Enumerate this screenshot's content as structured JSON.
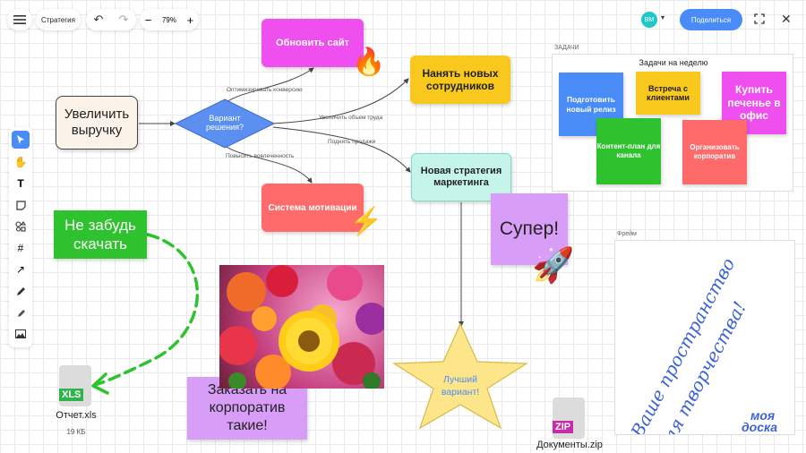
{
  "toolbar": {
    "board_name": "Стратегия",
    "zoom": "79%",
    "avatar_initials": "ВМ",
    "share_label": "Поделиться"
  },
  "flow": {
    "start": "Увеличить выручку",
    "decision": "Вариант решения?",
    "update_site": "Обновить сайт",
    "hire": "Нанять новых сотрудников",
    "new_strategy": "Новая стратегия маркетинга",
    "motivation": "Система мотивации",
    "best_option": "Лучший вариант!",
    "labels": {
      "optimize": "Оптимизировать конверсию",
      "increase": "Увеличить объем труда",
      "raise_sales": "Поднять продажи",
      "raise_engagement": "Повысить вовлеченность"
    }
  },
  "stickers": {
    "dont_forget": "Не забудь скачать",
    "super": "Супер!",
    "order_corporate": "Заказать на корпоратив такие!"
  },
  "tasks_frame": {
    "label": "ЗАДАЧИ",
    "title": "Задачи на неделю",
    "notes": [
      "Подготовить новый релиз",
      "Встреча с клиентами",
      "Купить печенье в офис",
      "Контент-план для канала",
      "Организовать корпоратив"
    ]
  },
  "frame2": {
    "label": "Фрейм",
    "handwriting": "Ваше пространство для творчества!"
  },
  "files": {
    "xls_badge": "XLS",
    "xls_name": "Отчет.xls",
    "xls_size": "19 КБ",
    "zip_badge": "ZIP",
    "zip_name": "Документы.zip"
  },
  "logo": {
    "line1": "моя",
    "line2": "доска"
  },
  "colors": {
    "accent_blue": "#4a8cf7",
    "sticker_green": "#2fc22f",
    "sticker_purple": "#d89ef7",
    "sticker_magenta": "#f04ff0",
    "sticker_yellow": "#f8c81c",
    "sticker_coral": "#ff6b6b",
    "sticker_mint": "#c5f5ea"
  },
  "icons": {
    "menu": "menu-icon",
    "undo": "undo-icon",
    "redo": "redo-icon",
    "fire": "fire-emoji",
    "lightning": "lightning-emoji",
    "rocket": "rocket-emoji"
  }
}
